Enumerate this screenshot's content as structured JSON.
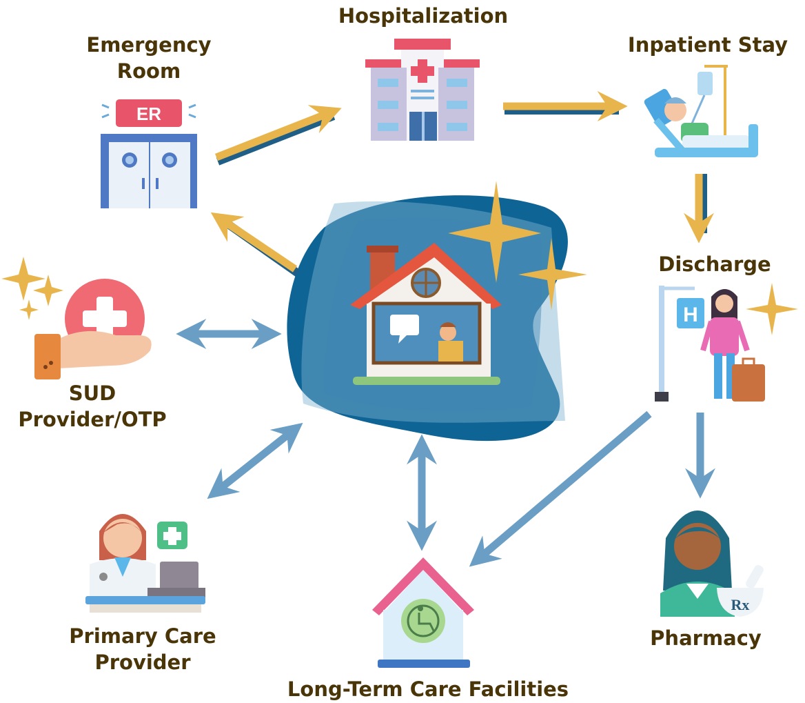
{
  "labels": {
    "hospitalization": "Hospitalization",
    "emergency_room_line1": "Emergency",
    "emergency_room_line2": "Room",
    "inpatient_stay": "Inpatient Stay",
    "discharge": "Discharge",
    "sud_line1": "SUD",
    "sud_line2": "Provider/OTP",
    "primary_care_line1": "Primary Care",
    "primary_care_line2": "Provider",
    "pharmacy": "Pharmacy",
    "ltc": "Long-Term Care Facilities"
  },
  "icon_text": {
    "er_sign": "ER",
    "hospital_sign": "H",
    "rx": "Rx"
  },
  "colors": {
    "label": "#4a3508",
    "gold_arrow": "#e8b54c",
    "blue_arrow": "#6a9ec4",
    "dark_blue": "#0b5c8a",
    "blob": "#0f6496"
  }
}
